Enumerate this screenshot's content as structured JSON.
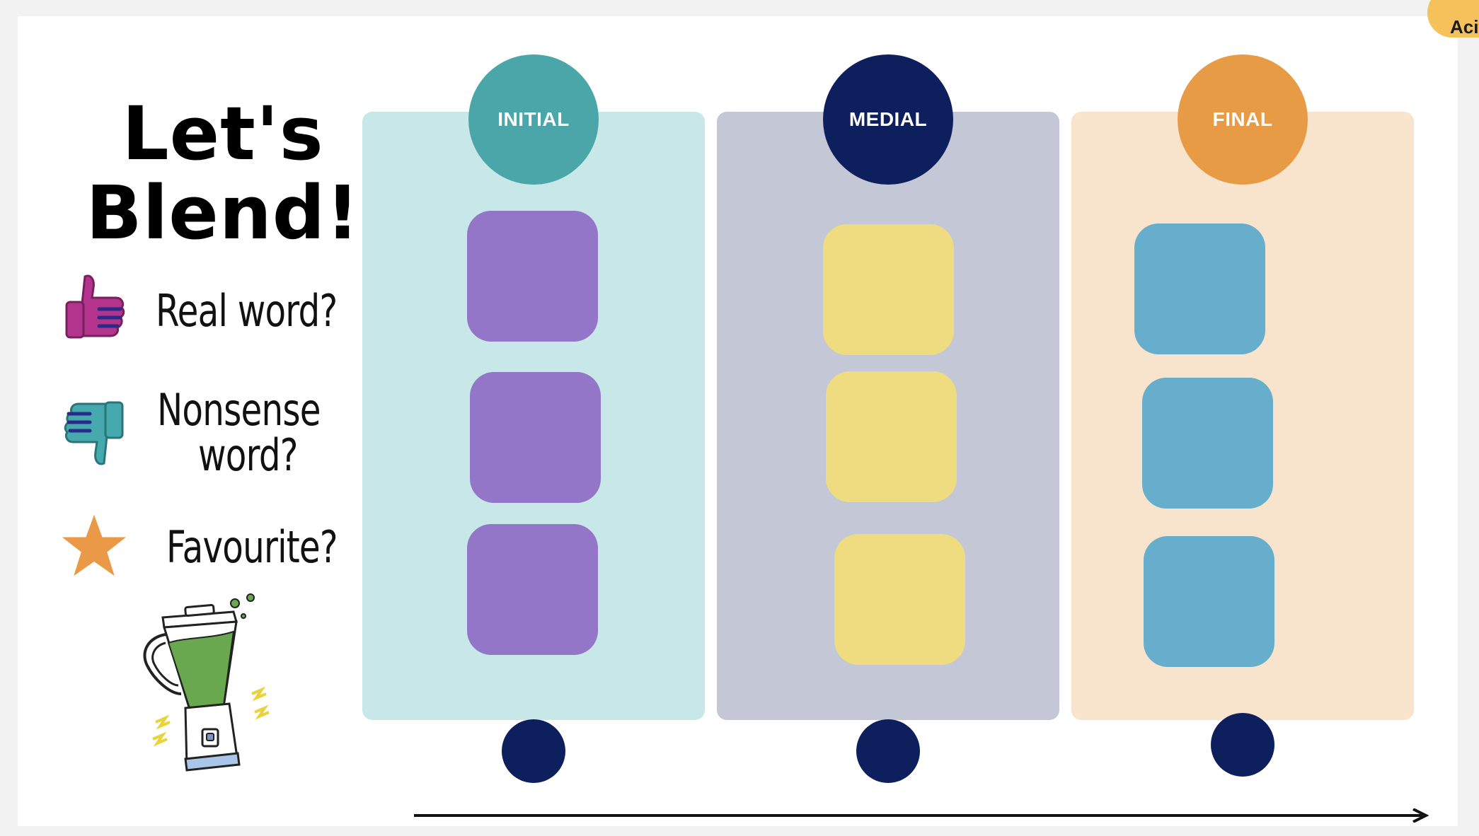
{
  "badge": {
    "label": "Acit"
  },
  "title": {
    "line1": "Let's",
    "line2": "Blend!"
  },
  "legend": [
    {
      "icon": "thumbs-up-icon",
      "lines": [
        "Real word?"
      ]
    },
    {
      "icon": "thumbs-down-icon",
      "lines": [
        "Nonsense",
        "word?"
      ]
    },
    {
      "icon": "star-icon",
      "lines": [
        "Favourite?"
      ]
    }
  ],
  "columns": [
    {
      "label": "INITIAL",
      "circle_color": "#4aa6a9",
      "panel_color": "#c7e7e8",
      "tile_color": "#9476c9"
    },
    {
      "label": "MEDIAL",
      "circle_color": "#0d1f5c",
      "panel_color": "#c3c7d6",
      "tile_color": "#f0dc80"
    },
    {
      "label": "FINAL",
      "circle_color": "#e89b45",
      "panel_color": "#f8e4cc",
      "tile_color": "#67aecc"
    }
  ],
  "colors": {
    "dot": "#0d1f5c",
    "thumbs_up": "#b3348c",
    "thumbs_down": "#45a9ae",
    "star": "#ea9a47"
  }
}
